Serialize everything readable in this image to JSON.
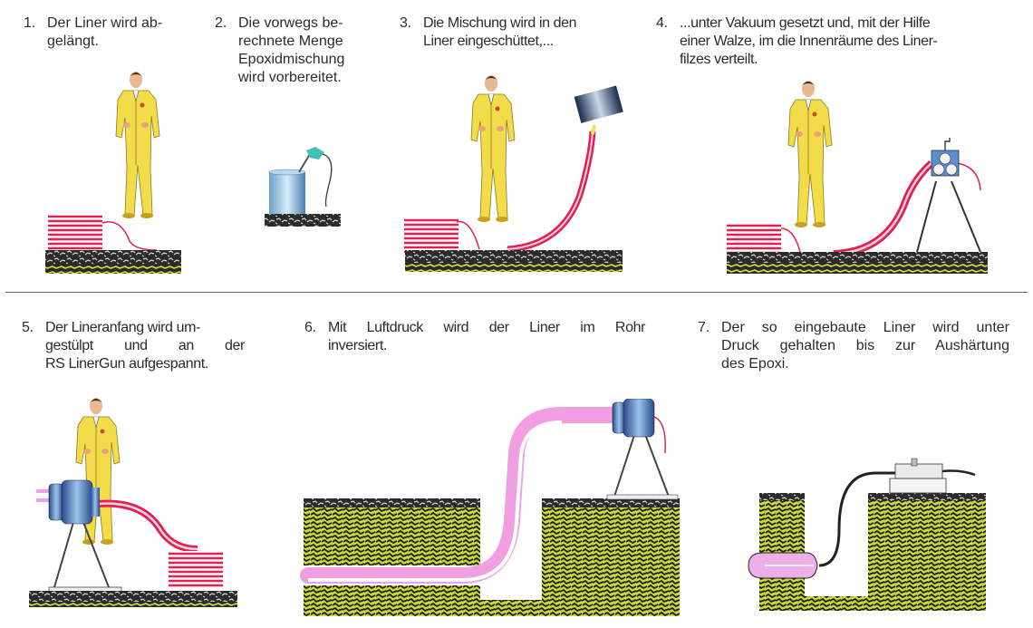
{
  "top_row": {
    "steps": [
      {
        "number": "1.",
        "text": "Der Liner wird ab-gelängt.",
        "lines": [
          "Der Liner wird ab-",
          "gelängt."
        ]
      },
      {
        "number": "2.",
        "text": "Die vorwegs be-rechnete Menge Epoxidmischung wird vorbereitet.",
        "lines": [
          "Die vorwegs be-",
          "rechnete Menge",
          "Epoxidmischung",
          "wird vorbereitet."
        ]
      },
      {
        "number": "3.",
        "text": "Die Mischung wird in den Liner eingeschüttet,...",
        "lines": [
          "Die Mischung wird in den",
          "Liner eingeschüttet,..."
        ]
      },
      {
        "number": "4.",
        "text": "...unter Vakuum gesetzt und, mit der Hilfe einer Walze, im die Innenräume des Liner-filzes verteilt.",
        "lines": [
          "...unter Vakuum gesetzt und, mit der Hilfe",
          "einer Walze, im die Innenräume des Liner-",
          "filzes verteilt."
        ]
      }
    ]
  },
  "bottom_row": {
    "steps": [
      {
        "number": "5.",
        "text": "Der Lineranfang wird um-gestülpt und an der RS LinerGun aufgespannt.",
        "lines": [
          "Der Lineranfang wird um-",
          "gestülpt und an der",
          "RS LinerGun aufgespannt."
        ]
      },
      {
        "number": "6.",
        "text": "Mit Luftdruck wird der Liner im Rohr inversiert.",
        "lines": [
          "Mit Luftdruck wird der Liner im Rohr",
          "inversiert."
        ]
      },
      {
        "number": "7.",
        "text": "Der so eingebaute Liner wird unter Druck gehalten bis zur Aushärtung des Epoxi.",
        "lines": [
          "Der so eingebaute Liner wird unter",
          "Druck gehalten bis zur Aushärtung",
          "des Epoxi."
        ]
      }
    ]
  },
  "colors": {
    "coverall": "#f2dc4a",
    "liner_red": "#e0204a",
    "liner_pink": "#f0a0e0",
    "ground_dark": "#2a2a2a",
    "soil_green": "#c8d83a",
    "equipment_blue": "#5a8fd0"
  }
}
